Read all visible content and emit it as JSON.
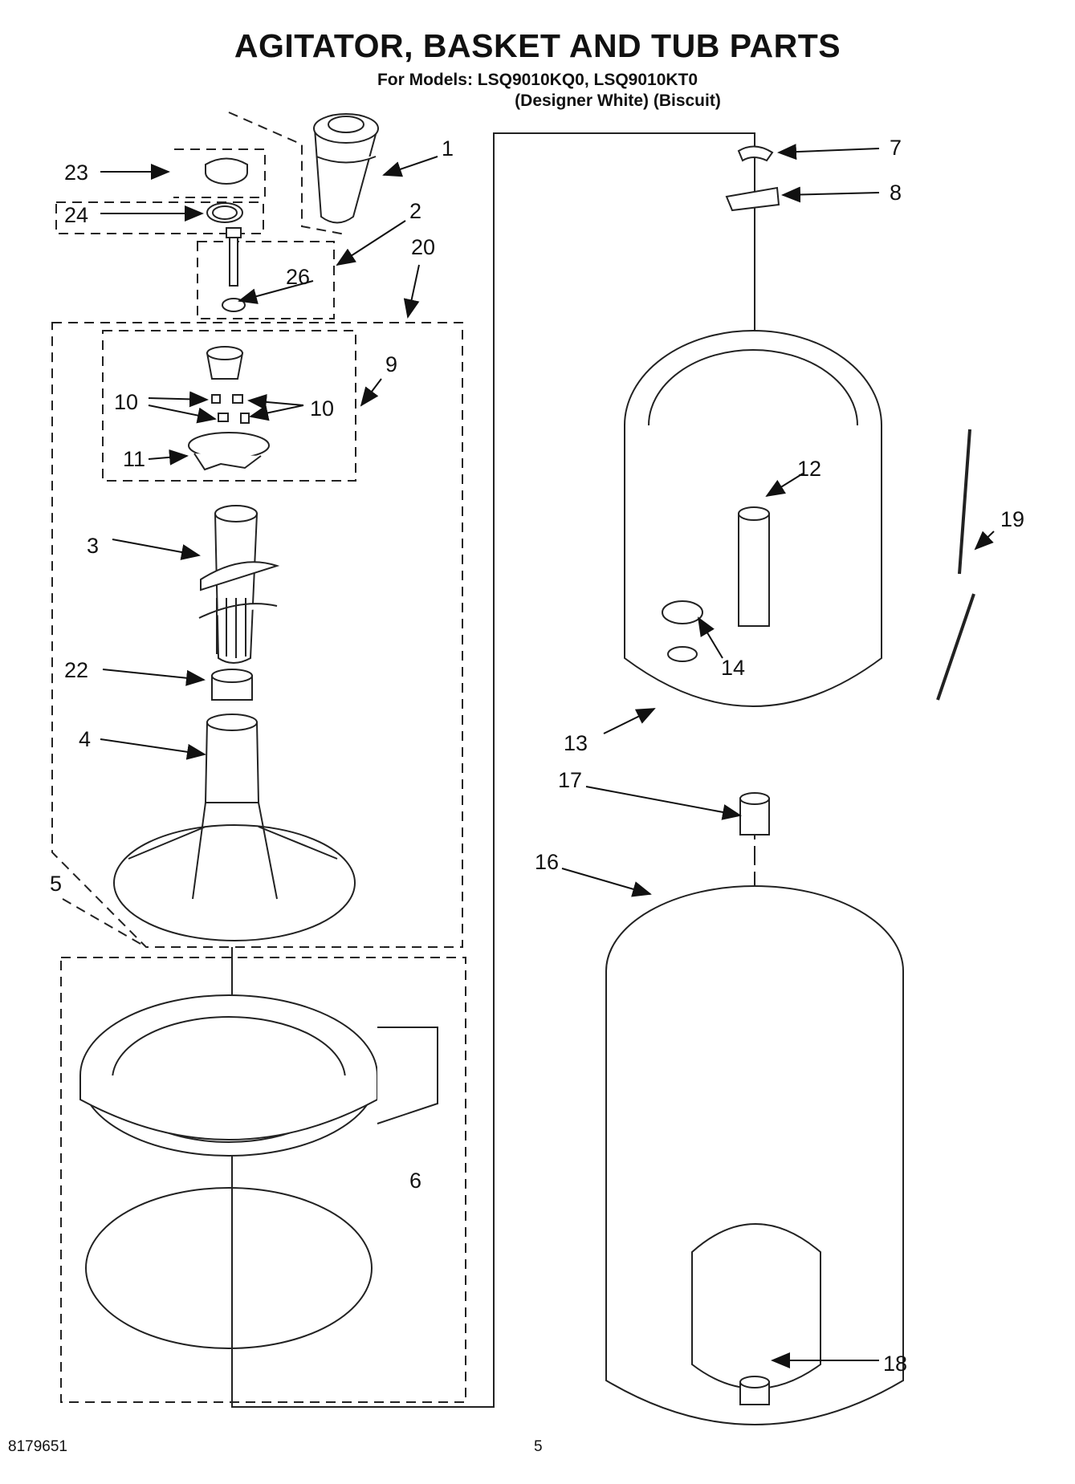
{
  "header": {
    "title": "AGITATOR, BASKET AND TUB PARTS",
    "models": "For Models: LSQ9010KQ0, LSQ9010KT0",
    "colors": "(Designer White) (Biscuit)"
  },
  "callouts": [
    "1",
    "2",
    "3",
    "4",
    "5",
    "6",
    "7",
    "8",
    "9",
    "10",
    "10",
    "11",
    "12",
    "13",
    "14",
    "16",
    "17",
    "18",
    "19",
    "20",
    "22",
    "23",
    "24",
    "26"
  ],
  "footer": {
    "doc_number": "8179651",
    "page": "5"
  },
  "colors": {
    "line": "#1a1a1a",
    "background": "#ffffff"
  }
}
